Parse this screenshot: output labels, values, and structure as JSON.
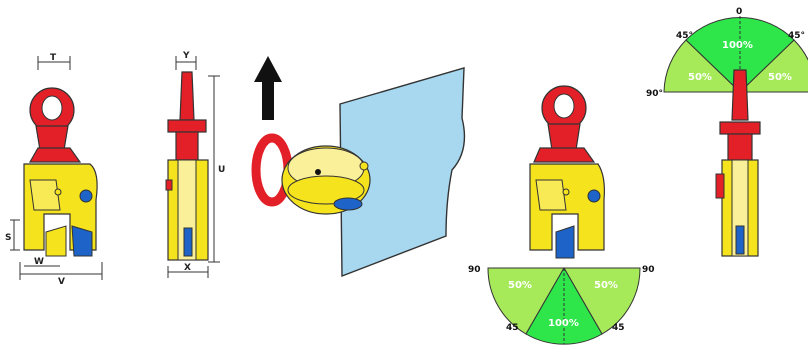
{
  "colors": {
    "red": "#e32028",
    "yellow": "#f5e31e",
    "blue": "#1e63c8",
    "plate": "#a8d8f0",
    "green_light": "#a6ea5a",
    "green_dark": "#2ee64a",
    "outline": "#333333"
  },
  "dimensions": {
    "front_t": "T",
    "front_s": "S",
    "front_w": "W",
    "front_v": "V",
    "side_y": "Y",
    "side_u": "U",
    "side_x": "X"
  },
  "arrow_icon": "up-arrow-icon",
  "load_bottom": {
    "left_pct": "50%",
    "right_pct": "50%",
    "center_pct": "100%",
    "angle_left_top": "90",
    "angle_right_top": "90",
    "angle_left_bottom": "45",
    "angle_right_bottom": "45"
  },
  "load_top": {
    "center_pct": "100%",
    "left_pct": "50%",
    "right_pct": "50%",
    "angle_top": "0",
    "angle_left_45": "45°",
    "angle_right_45": "45°",
    "angle_left_90": "90°"
  }
}
